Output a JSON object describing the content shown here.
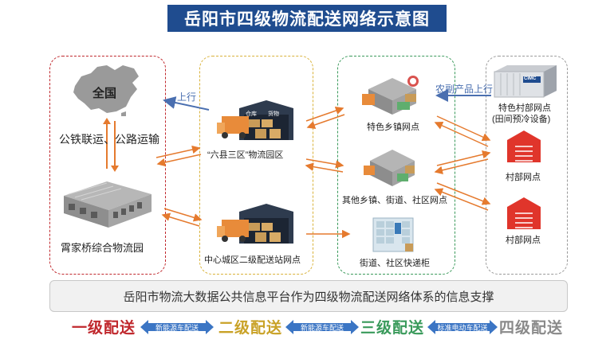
{
  "title": "岳阳市四级物流配送网络示意图",
  "left_column": {
    "national_label": "全国",
    "transport_label": "公铁联运、公路运输",
    "hub_label": "霄家桥综合物流园"
  },
  "second_column": {
    "park_label": "“六县三区”物流园区",
    "urban_label": "中心城区二级配送站网点",
    "warehouse_sign_left": "仓库",
    "warehouse_sign_right": "货物"
  },
  "third_column": {
    "special_town_label": "特色乡镇网点",
    "other_town_label": "其他乡镇、街道、社区网点",
    "locker_label": "街道、社区快递柜"
  },
  "fourth_column": {
    "special_village_label": "特色村部网点",
    "special_village_sub": "(田间预冷设备)",
    "village_label_1": "村部网点",
    "village_label_2": "村部网点",
    "container_logo": "CIMC"
  },
  "flow_labels": {
    "upstream": "上行",
    "agri_upstream": "农副产品上行"
  },
  "platform_text": "岳阳市物流大数据公共信息平台作为四级物流配送网络体系的信息支撑",
  "levels": [
    {
      "label": "一级配送",
      "color": "#c0282d"
    },
    {
      "label": "二级配送",
      "color": "#c9a227"
    },
    {
      "label": "三级配送",
      "color": "#3a9a5b"
    },
    {
      "label": "四级配送",
      "color": "#8a8a8a"
    }
  ],
  "level_links": [
    "新能源车配送",
    "新能源车配送",
    "标准电动车配送"
  ],
  "colors": {
    "title_bg": "#1f4c8f",
    "box1": "#c0282d",
    "box2": "#d9b23a",
    "box3": "#3a9a5b",
    "box4": "#9a9a9a",
    "flow_arrow": "#e57a2e",
    "up_arrow": "#4a6fb0",
    "level_arrow": "#3b75c4"
  }
}
